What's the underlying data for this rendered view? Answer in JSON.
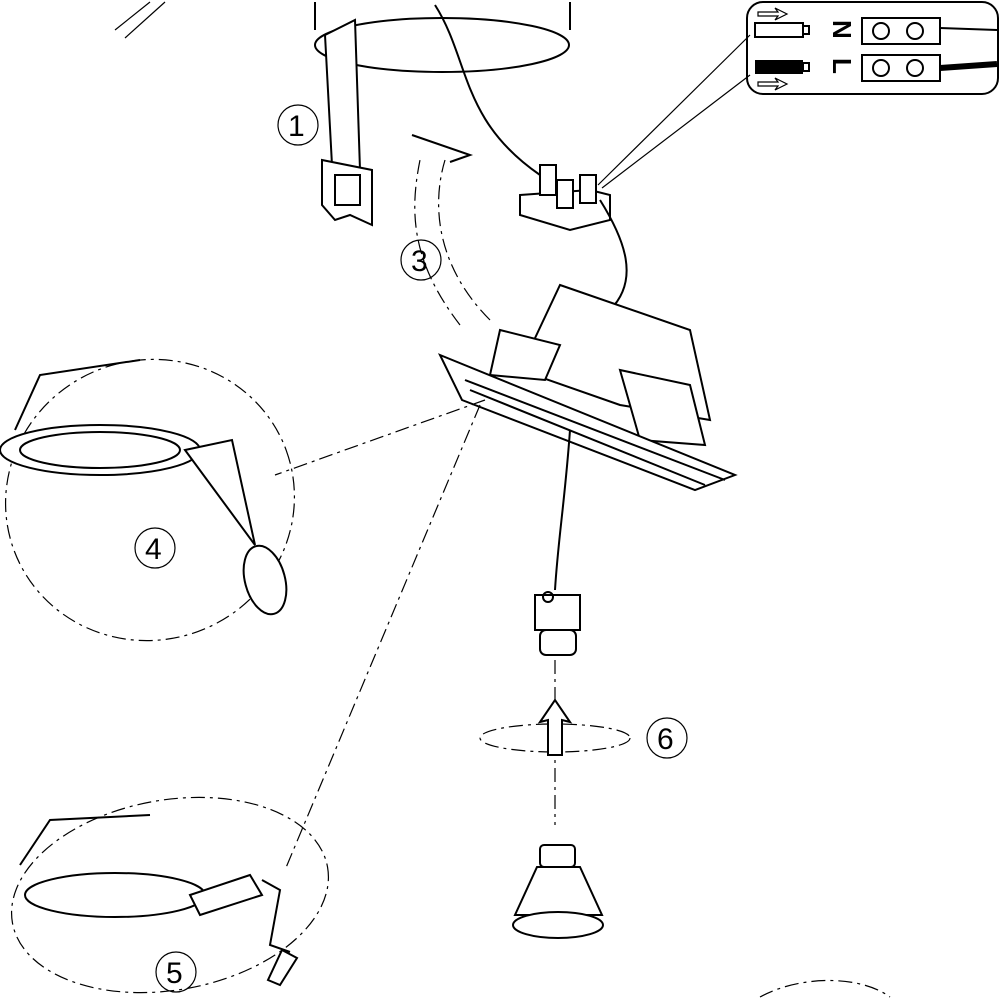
{
  "steps": [
    {
      "number": "1"
    },
    {
      "number": "3"
    },
    {
      "number": "4"
    },
    {
      "number": "5"
    },
    {
      "number": "6"
    }
  ],
  "terminal": {
    "neutral_label": "N",
    "live_label": "L"
  },
  "colors": {
    "line": "#000000",
    "background": "#ffffff"
  }
}
